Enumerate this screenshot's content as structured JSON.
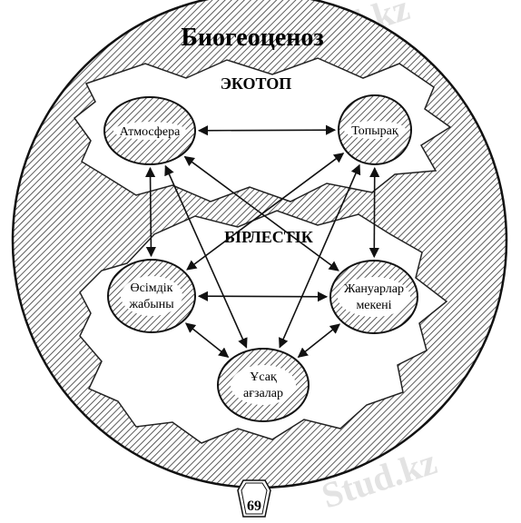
{
  "diagram": {
    "title": "Биогеоценоз",
    "ecotop_label": "ЭКОТОП",
    "community_label": "БІРЛЕСТІК",
    "nodes": [
      {
        "id": "atmosphere",
        "lines": [
          "Атмосфера"
        ]
      },
      {
        "id": "soil",
        "lines": [
          "Топырақ"
        ]
      },
      {
        "id": "plants",
        "lines": [
          "Өсімдік",
          "жабыны"
        ]
      },
      {
        "id": "animals",
        "lines": [
          "Жануарлар",
          "мекені"
        ]
      },
      {
        "id": "microbes",
        "lines": [
          "Ұсақ",
          "ағзалар"
        ]
      }
    ],
    "edges": [
      [
        "atmosphere",
        "soil"
      ],
      [
        "atmosphere",
        "plants"
      ],
      [
        "atmosphere",
        "animals"
      ],
      [
        "atmosphere",
        "microbes"
      ],
      [
        "soil",
        "plants"
      ],
      [
        "soil",
        "animals"
      ],
      [
        "soil",
        "microbes"
      ],
      [
        "plants",
        "animals"
      ],
      [
        "plants",
        "microbes"
      ],
      [
        "animals",
        "microbes"
      ]
    ]
  },
  "page_number": "69",
  "watermark": "Stud.kz"
}
